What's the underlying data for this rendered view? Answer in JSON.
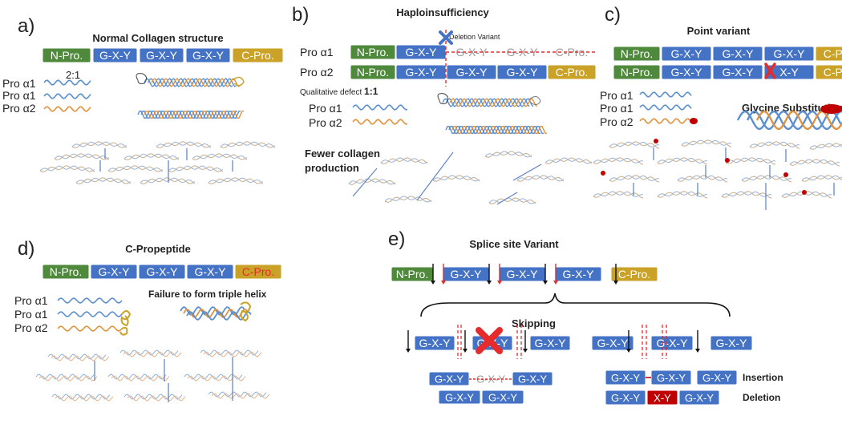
{
  "colors": {
    "n_pro": "#4f8a3c",
    "gxy": "#4472c4",
    "gxy_edge": "#2f528f",
    "c_pro": "#c9a227",
    "alpha1": "#5b8fcf",
    "alpha2": "#e0923c",
    "red": "#e52b2b",
    "dark_red": "#c00000",
    "grey_text": "#9a9a9a"
  },
  "panels": {
    "a": {
      "letter": "a)",
      "title": "Normal Collagen structure",
      "bar": [
        "N-Pro.",
        "G-X-Y",
        "G-X-Y",
        "G-X-Y",
        "C-Pro."
      ],
      "ratio": "2:1",
      "chains": [
        "Pro α1",
        "Pro α1",
        "Pro α2"
      ]
    },
    "b": {
      "letter": "b)",
      "title": "Haploinsufficiency",
      "deletion_label": "Deletion Variant",
      "row1_label": "Pro α1",
      "row2_label": "Pro α2",
      "bar1": [
        "N-Pro.",
        "G-X-Y",
        "G-X-Y",
        "G-X-Y",
        "C-Pro."
      ],
      "bar2": [
        "N-Pro.",
        "G-X-Y",
        "G-X-Y",
        "G-X-Y",
        "C-Pro."
      ],
      "qualitative_prefix": "Qualitative defect ",
      "qualitative_ratio": "1:1",
      "chains": [
        "Pro α1",
        "Pro α2"
      ],
      "fewer_line1": "Fewer collagen",
      "fewer_line2": "production"
    },
    "c": {
      "letter": "c)",
      "title": "Point variant",
      "bar1": [
        "N-Pro.",
        "G-X-Y",
        "G-X-Y",
        "G-X-Y",
        "C-Pro."
      ],
      "bar2": [
        "N-Pro.",
        "G-X-Y",
        "G-X-Y",
        "X-Y",
        "C-Pro."
      ],
      "chains": [
        "Pro α1",
        "Pro α1",
        "Pro α2"
      ],
      "glycine": "Glycine Substitution"
    },
    "d": {
      "letter": "d)",
      "title": "C-Propeptide",
      "bar": [
        "N-Pro.",
        "G-X-Y",
        "G-X-Y",
        "G-X-Y",
        "C-Pro."
      ],
      "chains": [
        "Pro α1",
        "Pro α1",
        "Pro α2"
      ],
      "failure": "Failure to form triple helix"
    },
    "e": {
      "letter": "e)",
      "title": "Splice site Variant",
      "bar": [
        "N-Pro.",
        "G-X-Y",
        "G-X-Y",
        "G-X-Y",
        "C-Pro."
      ],
      "skipping": "Skipping",
      "skip_row": [
        "G-X-Y",
        "G-X-Y",
        "G-X-Y"
      ],
      "right_row": [
        "G-X-Y",
        "G-X-Y",
        "G-X-Y"
      ],
      "skip_result1": [
        "G-X-Y",
        "G-X-Y",
        "G-X-Y"
      ],
      "skip_result2": [
        "G-X-Y",
        "G-X-Y"
      ],
      "insertion_row": [
        "G-X-Y",
        "G-X-Y",
        "G-X-Y"
      ],
      "deletion_row": [
        "G-X-Y",
        "X-Y",
        "G-X-Y"
      ],
      "insertion": "Insertion",
      "deletion": "Deletion"
    }
  }
}
